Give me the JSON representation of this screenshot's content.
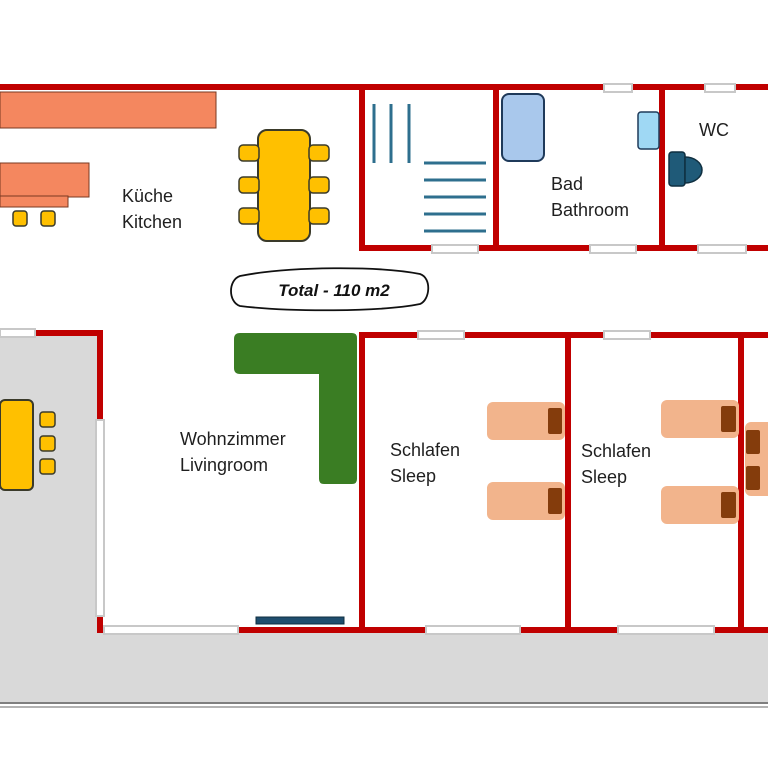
{
  "plan": {
    "total_area": "Total - 110 m2",
    "rooms": {
      "kitchen": {
        "line1": "Küche",
        "line2": "Kitchen"
      },
      "bathroom": {
        "line1": "Bad",
        "line2": "Bathroom"
      },
      "wc": {
        "line1": "WC"
      },
      "living": {
        "line1": "Wohnzimmer",
        "line2": "Livingroom"
      },
      "sleep1": {
        "line1": "Schlafen",
        "line2": "Sleep"
      },
      "sleep2": {
        "line1": "Schlafen",
        "line2": "Sleep"
      }
    }
  },
  "colors": {
    "wall": "#c00000",
    "window": "#dcdcdc",
    "terrace": "#d9d9d9",
    "counter": "#f4875f",
    "table": "#ffc000",
    "table_outline": "#3a3a2a",
    "sofa": "#3a7d23",
    "bed": "#f2b48c",
    "pillow": "#843c0c",
    "stairs": "#2e6f8e",
    "tub": "#a9c8ec",
    "sink": "#9fd8f4",
    "toilet": "#1f5a78",
    "tv": "#1f4e6e"
  }
}
